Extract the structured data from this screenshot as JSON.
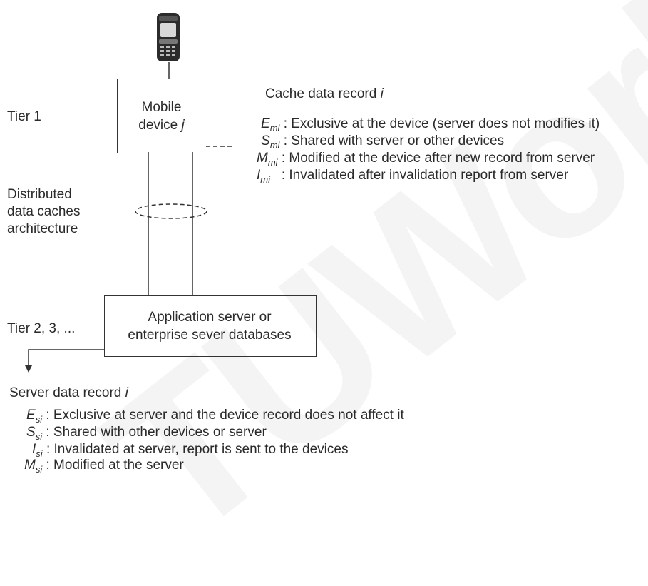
{
  "watermark": "TUWorld",
  "tiers": {
    "tier1": "Tier 1",
    "distributed": [
      "Distributed",
      "data caches",
      "architecture"
    ],
    "tier2": "Tier 2, 3, ..."
  },
  "mobile_box": {
    "line1": "Mobile",
    "line2_prefix": "device ",
    "line2_var": "j"
  },
  "server_box": {
    "line1": "Application server or",
    "line2": "enterprise sever databases"
  },
  "cache_record": {
    "title_prefix": "Cache data record ",
    "title_var": "i",
    "states": [
      {
        "sym": "E",
        "sub": "mi",
        "text": ": Exclusive at the device (server does not modifies it)"
      },
      {
        "sym": "S",
        "sub": "mi",
        "text": ": Shared with server or other devices"
      },
      {
        "sym": "M",
        "sub": "mi",
        "text": ": Modified at the device after new record from server"
      },
      {
        "sym": "I",
        "sub": "mi",
        "text": ": Invalidated after invalidation report from server"
      }
    ]
  },
  "server_record": {
    "title_prefix": "Server data record ",
    "title_var": "i",
    "states": [
      {
        "sym": "E",
        "sub": "si",
        "text": ": Exclusive at server and the device record does not affect it"
      },
      {
        "sym": "S",
        "sub": "si",
        "text": ": Shared with other devices or server"
      },
      {
        "sym": "I",
        "sub": "si",
        "text": ": Invalidated at server, report is sent to the devices"
      },
      {
        "sym": "M",
        "sub": "si",
        "text": ": Modified at the server"
      }
    ]
  },
  "icons": {
    "phone": "mobile-phone-icon"
  }
}
